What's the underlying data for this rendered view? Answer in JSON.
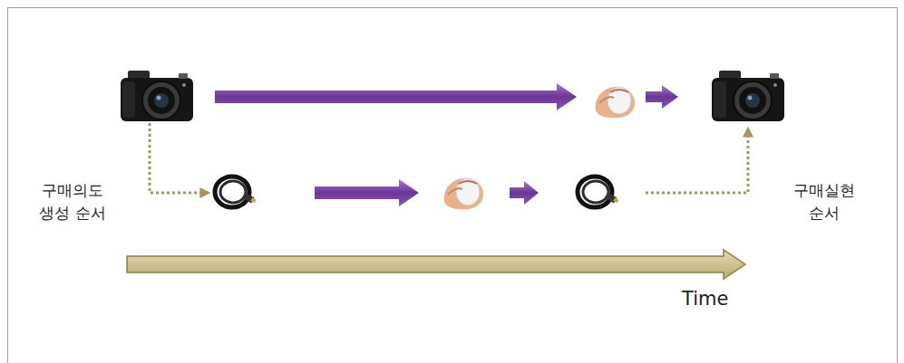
{
  "diagram": {
    "labels": [
      "구매의도 생성 순서",
      "구매실현 순서",
      "Time"
    ]
  }
}
